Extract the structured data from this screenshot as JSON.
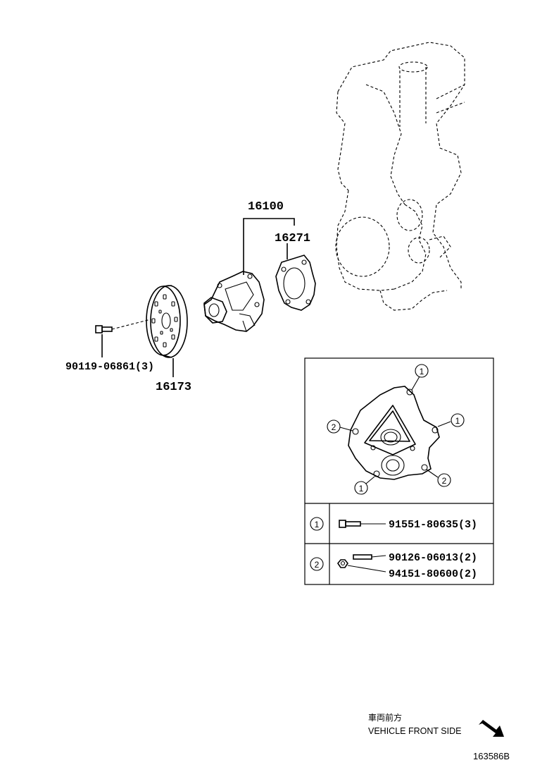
{
  "parts": {
    "water_pump_assy": "16100",
    "gasket": "16271",
    "pulley": "16173",
    "pulley_bolt": "90119-06861(3)"
  },
  "inset": {
    "callouts": {
      "one": "1",
      "two": "2"
    },
    "rows": [
      {
        "ref": "1",
        "parts": [
          "91551-80635(3)"
        ]
      },
      {
        "ref": "2",
        "parts": [
          "90126-06013(2)",
          "94151-80600(2)"
        ]
      }
    ]
  },
  "direction": {
    "label_jp": "車両前方",
    "label_en": "VEHICLE FRONT SIDE"
  },
  "figure_id": "163586B"
}
